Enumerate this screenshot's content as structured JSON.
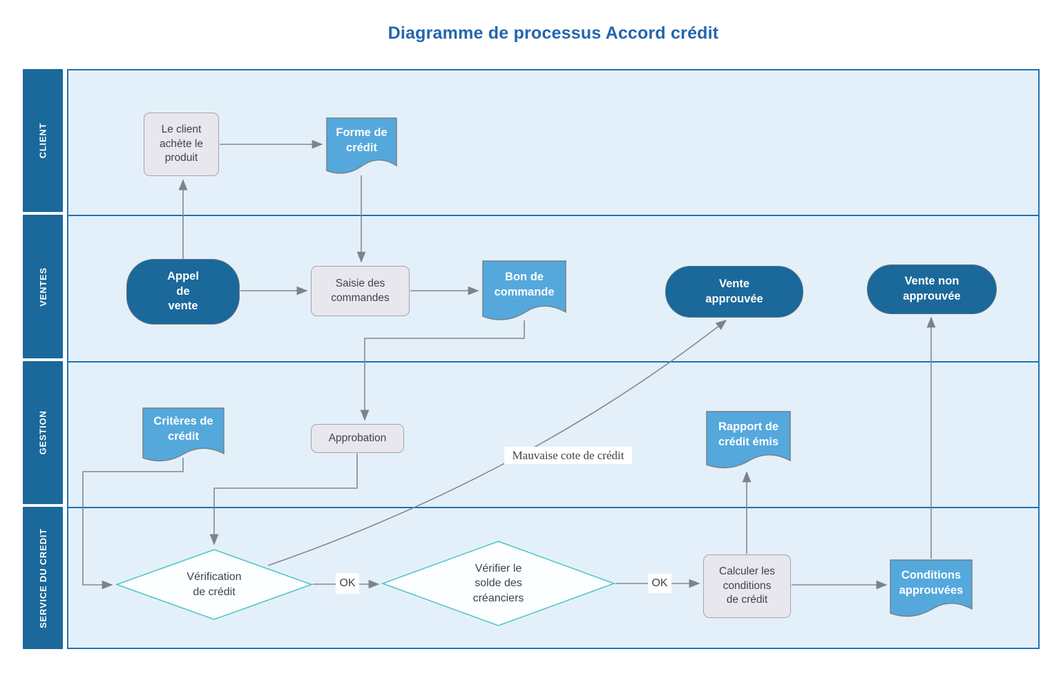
{
  "title": "Diagramme de processus Accord crédit",
  "lanes": [
    {
      "label": "CLIENT"
    },
    {
      "label": "VENTES"
    },
    {
      "label": "GESTION"
    },
    {
      "label": "SERVICE DU CREDIT"
    }
  ],
  "nodes": {
    "client_buys": {
      "label": "Le client\nachète le\nproduit",
      "type": "process",
      "lane": "CLIENT"
    },
    "credit_form": {
      "label": "Forme de\ncrédit",
      "type": "document",
      "lane": "CLIENT"
    },
    "sales_call": {
      "label": "Appel\nde\nvente",
      "type": "terminator",
      "lane": "VENTES"
    },
    "order_entry": {
      "label": "Saisie des\ncommandes",
      "type": "process",
      "lane": "VENTES"
    },
    "purchase_order": {
      "label": "Bon de\ncommande",
      "type": "document",
      "lane": "VENTES"
    },
    "sale_approved": {
      "label": "Vente\napprouvée",
      "type": "terminator",
      "lane": "VENTES"
    },
    "sale_not_approved": {
      "label": "Vente non\napprouvée",
      "type": "terminator",
      "lane": "VENTES"
    },
    "credit_criteria": {
      "label": "Critères de\ncrédit",
      "type": "document",
      "lane": "GESTION"
    },
    "approval": {
      "label": "Approbation",
      "type": "process",
      "lane": "GESTION"
    },
    "credit_report": {
      "label": "Rapport de\ncrédit émis",
      "type": "document",
      "lane": "GESTION"
    },
    "credit_check": {
      "label": "Vérification\nde crédit",
      "type": "decision",
      "lane": "SERVICE DU CREDIT"
    },
    "balance_check": {
      "label": "Vérifier le\nsolde des\ncréanciers",
      "type": "decision",
      "lane": "SERVICE DU CREDIT"
    },
    "calc_terms": {
      "label": "Calculer les\nconditions\nde crédit",
      "type": "process",
      "lane": "SERVICE DU CREDIT"
    },
    "terms_approved": {
      "label": "Conditions\napprouvées",
      "type": "document",
      "lane": "SERVICE DU CREDIT"
    }
  },
  "edge_labels": {
    "ok_credit_check": "OK",
    "ok_balance_check": "OK",
    "bad_credit": "Mauvaise cote de crédit"
  },
  "colors": {
    "title_blue": "#2565ae",
    "dark_blue": "#1b689b",
    "document_blue": "#55a8dc",
    "lane_background": "#e3f0fa",
    "frame_blue": "#2273b6",
    "process_gray": "#e9e7ee",
    "decision_border_teal": "#47c4c6",
    "connector_gray": "#81888f"
  }
}
